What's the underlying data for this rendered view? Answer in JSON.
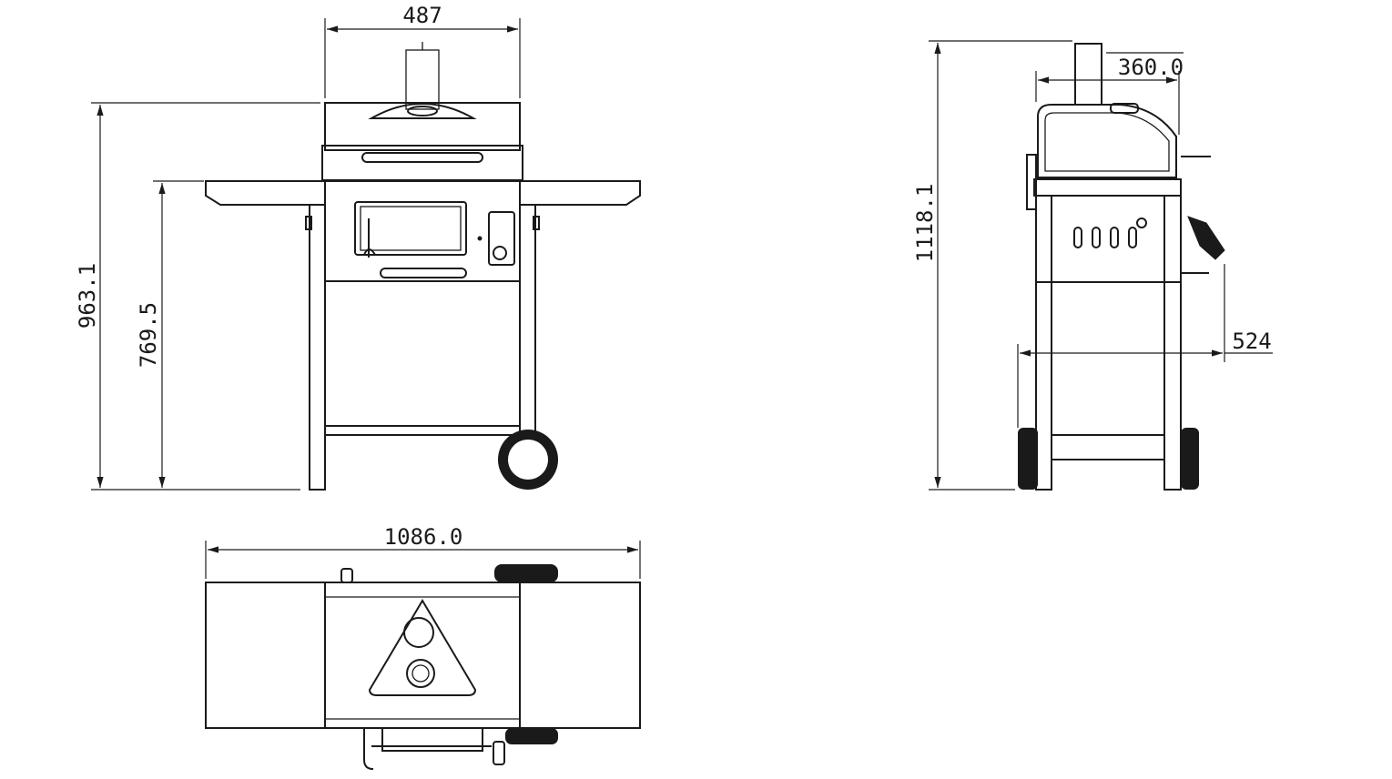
{
  "drawing": {
    "front_view": {
      "width_label": "487",
      "overall_height_label": "963.1",
      "shelf_height_label": "769.5"
    },
    "top_view": {
      "overall_width_label": "1086.0"
    },
    "side_view": {
      "depth_label": "360.0",
      "overall_height_label": "1118.1",
      "body_depth_label": "524"
    }
  },
  "colors": {
    "line": "#1a1a1a",
    "background": "#ffffff"
  }
}
